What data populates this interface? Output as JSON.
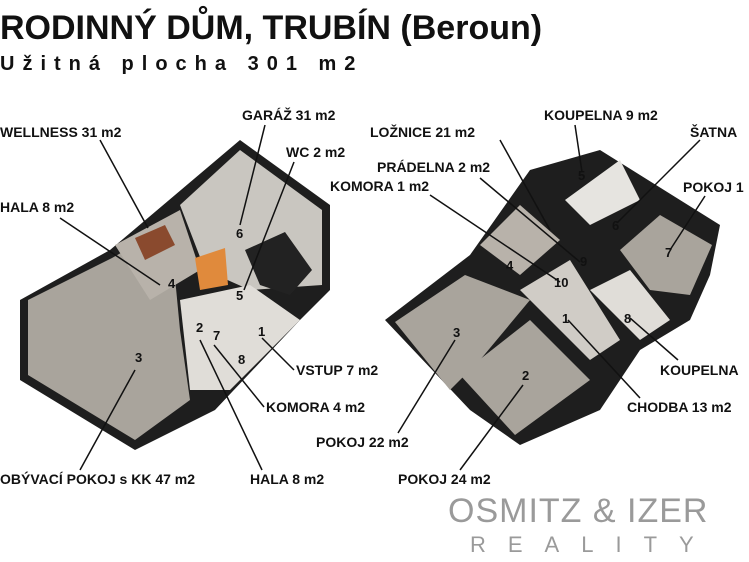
{
  "header": {
    "title": "RODINNÝ DŮM, TRUBÍN (Beroun)",
    "subtitle": "Užitná plocha 301 m2"
  },
  "ground_floor": {
    "labels": [
      "WELLNESS 31 m2",
      "GARÁŽ 31 m2",
      "WC 2 m2",
      "HALA 8 m2",
      "VSTUP 7 m2",
      "KOMORA 4 m2",
      "OBÝVACÍ POKOJ s KK 47 m2",
      "HALA 8 m2"
    ],
    "room_numbers": [
      "1",
      "2",
      "3",
      "4",
      "5",
      "6",
      "7",
      "8"
    ]
  },
  "upper_floor": {
    "labels": [
      "LOŽNICE 21 m2",
      "KOUPELNA 9 m2",
      "ŠATNA",
      "PRÁDELNA 2 m2",
      "KOMORA 1 m2",
      "POKOJ 1",
      "KOUPELNA",
      "CHODBA 13 m2",
      "POKOJ 22 m2",
      "POKOJ 24 m2"
    ],
    "room_numbers": [
      "1",
      "2",
      "3",
      "4",
      "5",
      "6",
      "7",
      "8",
      "9",
      "10"
    ]
  },
  "watermark": {
    "line1": "OSMITZ & IZER",
    "line2": "REALITY"
  },
  "colors": {
    "floor": "#a9a49c",
    "wall": "#1e1e1e",
    "text": "#111111",
    "watermark": "#9a9a9a"
  }
}
